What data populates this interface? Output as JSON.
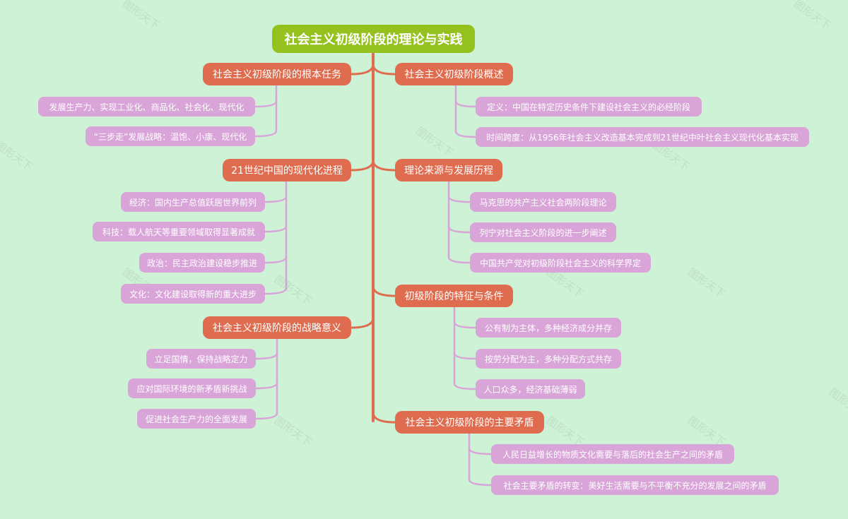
{
  "colors": {
    "background": "#cdf2d6",
    "root": "#95c11f",
    "branch": "#e06c4f",
    "leaf": "#d9a4d8",
    "trunk": "#e06c4f",
    "branch_link": "#d9a4d8"
  },
  "root": {
    "label": "社会主义初级阶段的理论与实践"
  },
  "left": [
    {
      "label": "社会主义初级阶段的根本任务",
      "children": [
        "发展生产力、实现工业化、商品化、社会化、现代化",
        "“三步走”发展战略：温饱、小康、现代化"
      ]
    },
    {
      "label": "21世纪中国的现代化进程",
      "children": [
        "经济：国内生产总值跃居世界前列",
        "科技：载人航天等重要领域取得显著成就",
        "政治：民主政治建设稳步推进",
        "文化：文化建设取得新的重大进步"
      ]
    },
    {
      "label": "社会主义初级阶段的战略意义",
      "children": [
        "立足国情，保持战略定力",
        "应对国际环境的新矛盾新挑战",
        "促进社会生产力的全面发展"
      ]
    }
  ],
  "right": [
    {
      "label": "社会主义初级阶段概述",
      "children": [
        "定义：中国在特定历史条件下建设社会主义的必经阶段",
        "时间跨度：从1956年社会主义改造基本完成到21世纪中叶社会主义现代化基本实现"
      ]
    },
    {
      "label": "理论来源与发展历程",
      "children": [
        "马克思的共产主义社会两阶段理论",
        "列宁对社会主义阶段的进一步阐述",
        "中国共产党对初级阶段社会主义的科学界定"
      ]
    },
    {
      "label": "初级阶段的特征与条件",
      "children": [
        "公有制为主体，多种经济成分并存",
        "按劳分配为主，多种分配方式共存",
        "人口众多，经济基础薄弱"
      ]
    },
    {
      "label": "社会主义初级阶段的主要矛盾",
      "children": [
        "人民日益增长的物质文化需要与落后的社会生产之间的矛盾",
        "社会主要矛盾的转变：美好生活需要与不平衡不充分的发展之间的矛盾"
      ]
    }
  ],
  "watermark": "图形天下"
}
